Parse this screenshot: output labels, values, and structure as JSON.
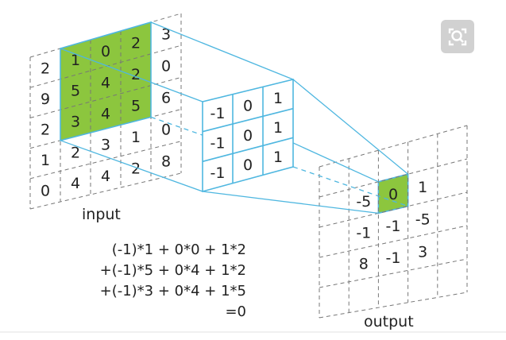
{
  "input": {
    "label": "input",
    "cells": [
      [
        "2",
        "1",
        "0",
        "2",
        "3"
      ],
      [
        "9",
        "5",
        "4",
        "2",
        "0"
      ],
      [
        "2",
        "3",
        "4",
        "5",
        "6"
      ],
      [
        "1",
        "2",
        "3",
        "1",
        "0"
      ],
      [
        "0",
        "4",
        "4",
        "2",
        "8"
      ]
    ],
    "highlight_color": "#8cc63e"
  },
  "kernel": {
    "cells": [
      [
        "-1",
        "0",
        "1"
      ],
      [
        "-1",
        "0",
        "1"
      ],
      [
        "-1",
        "0",
        "1"
      ]
    ],
    "border_color": "#4fb7e0"
  },
  "output": {
    "label": "output",
    "cells": [
      [
        "-5",
        "0",
        "1"
      ],
      [
        "-1",
        "-1",
        "-5"
      ],
      [
        "8",
        "-1",
        "3"
      ]
    ],
    "highlight_color": "#8cc63e"
  },
  "equation": {
    "lines": [
      "(-1)*1 +  0*0 + 1*2",
      "+(-1)*5 +  0*4 + 1*2",
      "+(-1)*3 +  0*4 + 1*5",
      "=0"
    ]
  },
  "icons": {
    "zoom": "zoom-search-icon"
  }
}
